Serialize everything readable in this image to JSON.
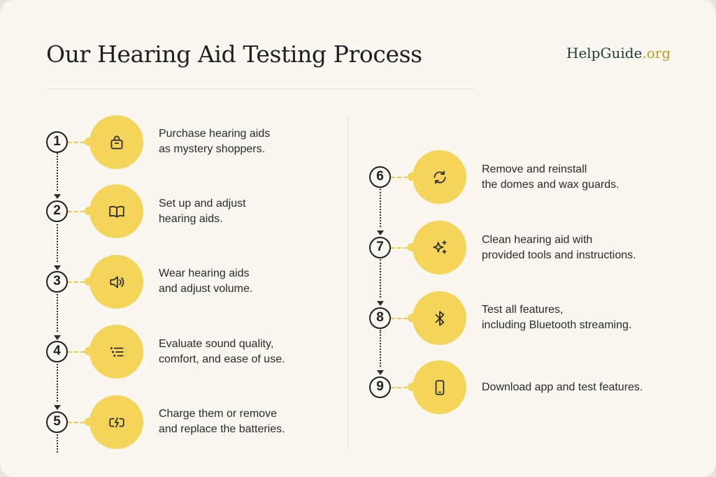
{
  "header": {
    "title": "Our Hearing Aid Testing Process",
    "logo_main": "HelpGuide",
    "logo_tld": ".org"
  },
  "colors": {
    "accent": "#f5d45a",
    "logo_gold": "#c99b1c",
    "logo_dark": "#1f3b36",
    "background": "#faf6f0"
  },
  "steps": [
    {
      "number": "1",
      "icon": "shopping-bag-icon",
      "lines": [
        "Purchase hearing aids",
        "as mystery shoppers."
      ]
    },
    {
      "number": "2",
      "icon": "open-book-icon",
      "lines": [
        "Set up and adjust",
        "hearing aids."
      ]
    },
    {
      "number": "3",
      "icon": "speaker-volume-icon",
      "lines": [
        "Wear hearing aids",
        "and adjust volume."
      ]
    },
    {
      "number": "4",
      "icon": "list-filter-icon",
      "lines": [
        "Evaluate sound quality,",
        "comfort, and ease of use."
      ]
    },
    {
      "number": "5",
      "icon": "battery-charging-icon",
      "lines": [
        "Charge them or remove",
        "and replace the batteries."
      ]
    },
    {
      "number": "6",
      "icon": "refresh-cycle-icon",
      "lines": [
        "Remove and reinstall",
        "the domes and wax guards."
      ]
    },
    {
      "number": "7",
      "icon": "sparkles-icon",
      "lines": [
        "Clean hearing aid with",
        "provided tools and instructions."
      ]
    },
    {
      "number": "8",
      "icon": "bluetooth-icon",
      "lines": [
        "Test all features,",
        "including Bluetooth streaming."
      ]
    },
    {
      "number": "9",
      "icon": "smartphone-icon",
      "lines": [
        "Download app and test features."
      ]
    }
  ]
}
